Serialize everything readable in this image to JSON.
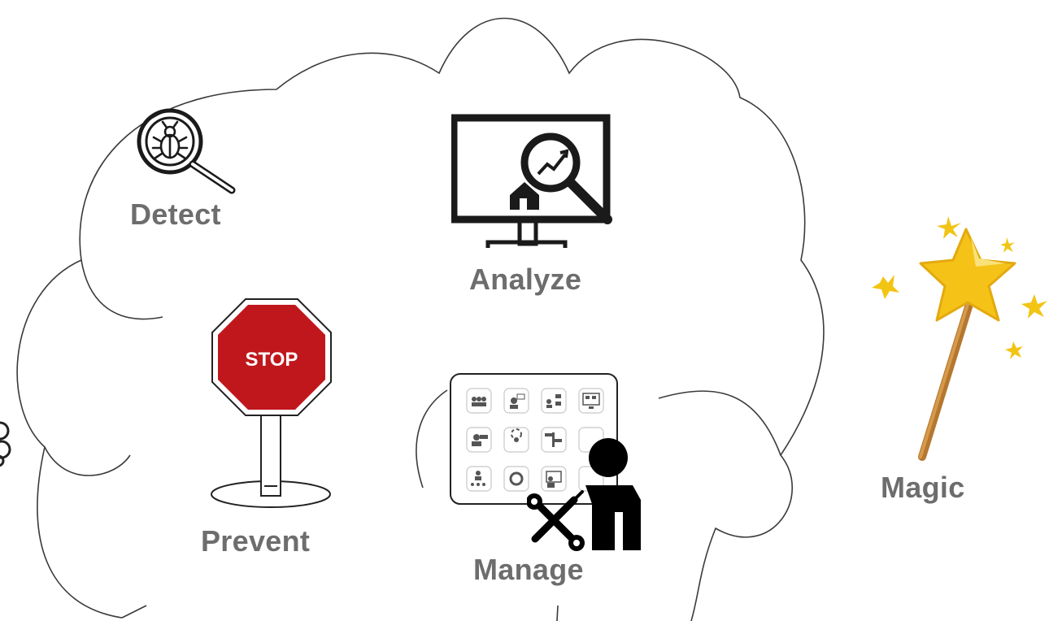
{
  "labels": {
    "detect": "Detect",
    "analyze": "Analyze",
    "prevent": "Prevent",
    "manage": "Manage",
    "magic": "Magic"
  },
  "stop_sign_text": "STOP",
  "colors": {
    "label_text": "#6d6d6d",
    "stop_red": "#c0171d",
    "star_gold": "#f5c318",
    "wand_brown": "#b5772f",
    "outline": "#222222"
  },
  "icons": [
    "bug-magnifier-icon",
    "monitor-analytics-icon",
    "stop-sign-icon",
    "management-grid-icon",
    "technician-icon",
    "magic-wand-icon"
  ]
}
